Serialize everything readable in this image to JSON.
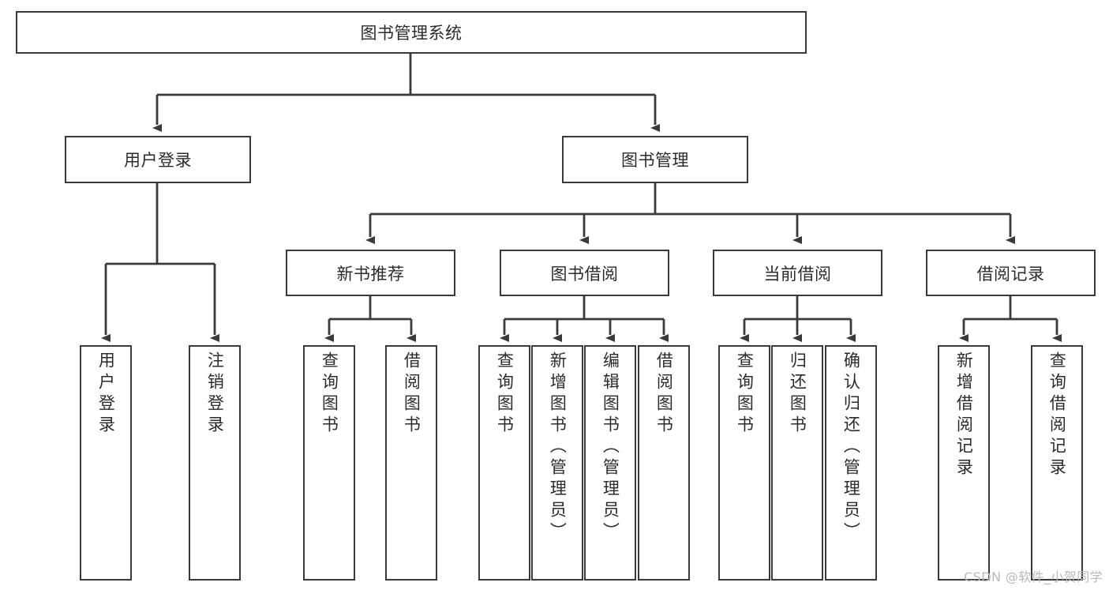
{
  "diagram": {
    "title": "图书管理系统",
    "watermark": "CSDN @软件_小贺同学",
    "line_color": "#3a3a3a",
    "text_color": "#2b2b2b",
    "background": "#ffffff"
  },
  "nodes": {
    "root": {
      "label": "图书管理系统"
    },
    "level2": [
      {
        "id": "user-login",
        "label": "用户登录"
      },
      {
        "id": "book-manage",
        "label": "图书管理"
      }
    ],
    "level3": [
      {
        "id": "new-book-recommend",
        "label": "新书推荐"
      },
      {
        "id": "book-borrow",
        "label": "图书借阅"
      },
      {
        "id": "current-borrow",
        "label": "当前借阅"
      },
      {
        "id": "borrow-record",
        "label": "借阅记录"
      }
    ],
    "leaves": {
      "user_login": [
        {
          "id": "leaf-user-login",
          "label": "用户登录"
        },
        {
          "id": "leaf-logout-login",
          "label": "注销登录"
        }
      ],
      "new_book_recommend": [
        {
          "id": "leaf-query-book-1",
          "label": "查询图书"
        },
        {
          "id": "leaf-borrow-book-1",
          "label": "借阅图书"
        }
      ],
      "book_borrow": [
        {
          "id": "leaf-query-book-2",
          "label": "查询图书"
        },
        {
          "id": "leaf-add-book",
          "label": "新增图书（管理员）"
        },
        {
          "id": "leaf-edit-book",
          "label": "编辑图书（管理员）"
        },
        {
          "id": "leaf-borrow-book-2",
          "label": "借阅图书"
        }
      ],
      "current_borrow": [
        {
          "id": "leaf-query-book-3",
          "label": "查询图书"
        },
        {
          "id": "leaf-return-book",
          "label": "归还图书"
        },
        {
          "id": "leaf-confirm-return",
          "label": "确认归还（管理员）"
        }
      ],
      "borrow_record": [
        {
          "id": "leaf-add-record",
          "label": "新增借阅记录"
        },
        {
          "id": "leaf-query-record",
          "label": "查询借阅记录"
        }
      ]
    }
  }
}
